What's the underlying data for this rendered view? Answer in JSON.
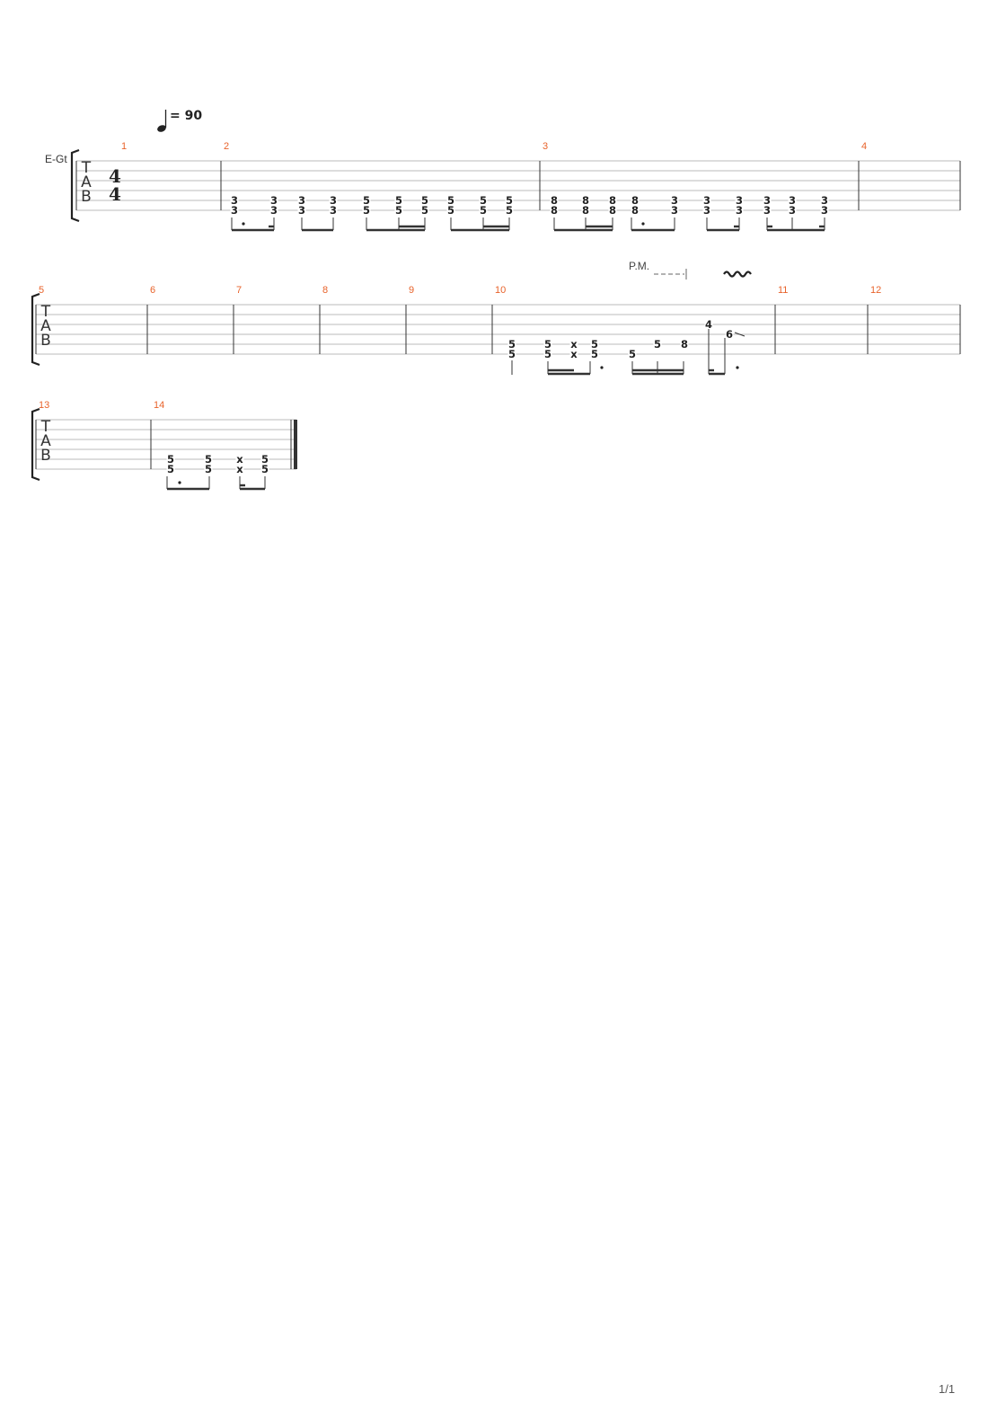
{
  "score": {
    "tempo": {
      "symbol": "quarter-note",
      "label": "= 90"
    },
    "time_signature": {
      "numerator": "4",
      "denominator": "4"
    },
    "instrument": "E-Gt",
    "clef_letters": [
      "T",
      "A",
      "B"
    ],
    "palm_mute_label": "P.M.",
    "page_number": "1/1",
    "colors": {
      "measure_number": "#e8632b",
      "staff_line": "#bbbbbb",
      "text": "#222222"
    },
    "measures": [
      {
        "number": "1",
        "notes": []
      },
      {
        "number": "2",
        "notes": [
          {
            "string": 5,
            "fret": "3"
          },
          {
            "string": 6,
            "fret": "3"
          },
          {
            "string": 5,
            "fret": "3"
          },
          {
            "string": 6,
            "fret": "3"
          },
          {
            "string": 5,
            "fret": "3"
          },
          {
            "string": 6,
            "fret": "3"
          },
          {
            "string": 5,
            "fret": "3"
          },
          {
            "string": 6,
            "fret": "3"
          },
          {
            "string": 5,
            "fret": "5"
          },
          {
            "string": 6,
            "fret": "5"
          },
          {
            "string": 5,
            "fret": "5"
          },
          {
            "string": 6,
            "fret": "5"
          },
          {
            "string": 5,
            "fret": "5"
          },
          {
            "string": 6,
            "fret": "5"
          },
          {
            "string": 5,
            "fret": "5"
          },
          {
            "string": 6,
            "fret": "5"
          },
          {
            "string": 5,
            "fret": "5"
          },
          {
            "string": 6,
            "fret": "5"
          },
          {
            "string": 5,
            "fret": "5"
          },
          {
            "string": 6,
            "fret": "5"
          }
        ]
      },
      {
        "number": "3",
        "notes": [
          {
            "string": 5,
            "fret": "8"
          },
          {
            "string": 6,
            "fret": "8"
          },
          {
            "string": 5,
            "fret": "8"
          },
          {
            "string": 6,
            "fret": "8"
          },
          {
            "string": 5,
            "fret": "8"
          },
          {
            "string": 6,
            "fret": "8"
          },
          {
            "string": 5,
            "fret": "8"
          },
          {
            "string": 6,
            "fret": "8"
          },
          {
            "string": 5,
            "fret": "3"
          },
          {
            "string": 6,
            "fret": "3"
          },
          {
            "string": 5,
            "fret": "3"
          },
          {
            "string": 6,
            "fret": "3"
          },
          {
            "string": 5,
            "fret": "3"
          },
          {
            "string": 6,
            "fret": "3"
          },
          {
            "string": 5,
            "fret": "3"
          },
          {
            "string": 6,
            "fret": "3"
          },
          {
            "string": 5,
            "fret": "3"
          },
          {
            "string": 6,
            "fret": "3"
          },
          {
            "string": 5,
            "fret": "3"
          },
          {
            "string": 6,
            "fret": "3"
          }
        ]
      },
      {
        "number": "4",
        "notes": []
      },
      {
        "number": "5",
        "notes": []
      },
      {
        "number": "6",
        "notes": []
      },
      {
        "number": "7",
        "notes": []
      },
      {
        "number": "8",
        "notes": []
      },
      {
        "number": "9",
        "notes": []
      },
      {
        "number": "10",
        "notes": [
          {
            "string": 5,
            "fret": "5"
          },
          {
            "string": 6,
            "fret": "5"
          },
          {
            "string": 5,
            "fret": "5"
          },
          {
            "string": 6,
            "fret": "5"
          },
          {
            "string": 5,
            "fret": "x"
          },
          {
            "string": 6,
            "fret": "x"
          },
          {
            "string": 5,
            "fret": "5"
          },
          {
            "string": 6,
            "fret": "5"
          },
          {
            "string": 6,
            "fret": "5"
          },
          {
            "string": 5,
            "fret": "5"
          },
          {
            "string": 5,
            "fret": "8"
          },
          {
            "string": 3,
            "fret": "4"
          },
          {
            "string": 4,
            "fret": "6"
          }
        ]
      },
      {
        "number": "11",
        "notes": []
      },
      {
        "number": "12",
        "notes": []
      },
      {
        "number": "13",
        "notes": []
      },
      {
        "number": "14",
        "notes": [
          {
            "string": 5,
            "fret": "5"
          },
          {
            "string": 6,
            "fret": "5"
          },
          {
            "string": 5,
            "fret": "5"
          },
          {
            "string": 6,
            "fret": "5"
          },
          {
            "string": 5,
            "fret": "x"
          },
          {
            "string": 6,
            "fret": "x"
          },
          {
            "string": 5,
            "fret": "5"
          },
          {
            "string": 6,
            "fret": "5"
          }
        ]
      }
    ]
  }
}
